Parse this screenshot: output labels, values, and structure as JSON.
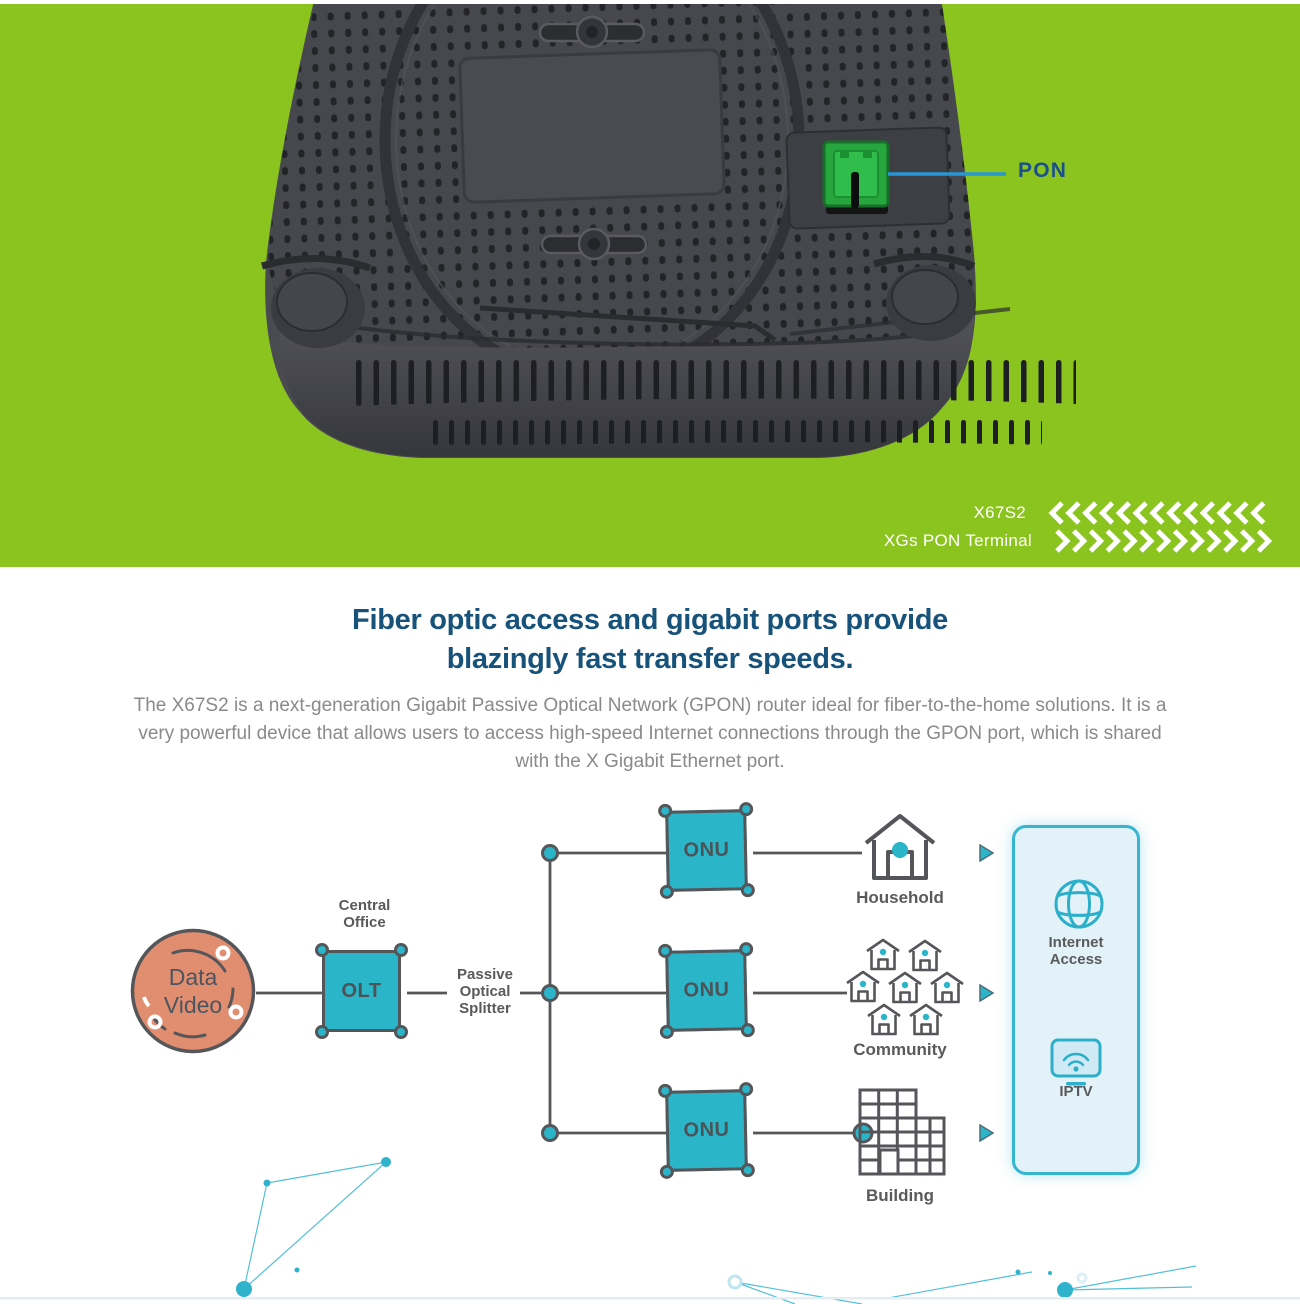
{
  "hero": {
    "background_color": "#8cc41f",
    "device": "x67s2-router-bottom-view",
    "pon_callout": {
      "label": "PON"
    },
    "caption": {
      "model": "X67S2",
      "product_type": "XGs PON Terminal"
    }
  },
  "intro": {
    "headline_line1": "Fiber optic access and gigabit ports provide",
    "headline_line2": "blazingly fast transfer speeds.",
    "body": "The X67S2 is a next-generation Gigabit Passive Optical Network (GPON) router ideal for fiber-to-the-home solutions. It is a very powerful device that allows users to access high-speed Internet connections through the GPON port, which is shared with the X Gigabit Ethernet port."
  },
  "diagram": {
    "source": {
      "line1": "Data",
      "line2": "Video"
    },
    "central_office": {
      "line1": "Central",
      "line2": "Office"
    },
    "olt_label": "OLT",
    "splitter": {
      "line1": "Passive",
      "line2": "Optical",
      "line3": "Splitter"
    },
    "onu_label": "ONU",
    "endpoints": [
      "Household",
      "Community",
      "Building"
    ],
    "services": {
      "internet_line1": "Internet",
      "internet_line2": "Access",
      "iptv": "IPTV"
    },
    "colors": {
      "teal": "#2ab5c9",
      "salmon": "#e18e70",
      "line_gray": "#55565a",
      "panel_fill": "#e3f2f8",
      "green": "#8cc41f",
      "headline_blue": "#16527a",
      "pon_label_blue": "#1a4f8c",
      "callout_line_blue": "#2697d4"
    }
  }
}
